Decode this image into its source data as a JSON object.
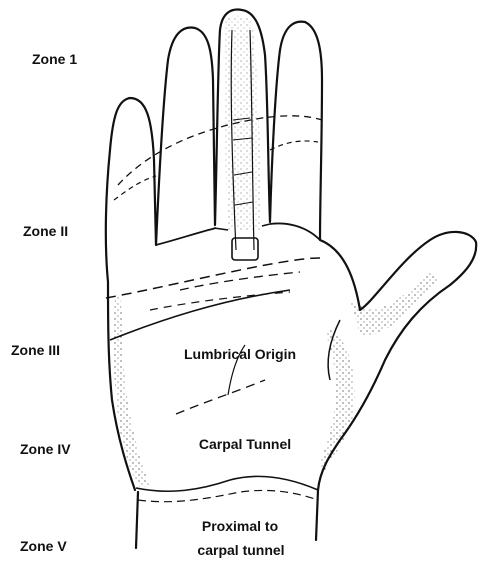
{
  "zone_labels": {
    "zone_1": "Zone 1",
    "zone_2": "Zone II",
    "zone_3": "Zone III",
    "zone_4": "Zone IV",
    "zone_5": "Zone V"
  },
  "region_labels": {
    "lumbrical_origin": "Lumbrical Origin",
    "carpal_tunnel": "Carpal Tunnel",
    "proximal_line1": "Proximal to",
    "proximal_line2": "carpal tunnel"
  },
  "colors": {
    "ink": "#111111",
    "background": "#ffffff"
  }
}
